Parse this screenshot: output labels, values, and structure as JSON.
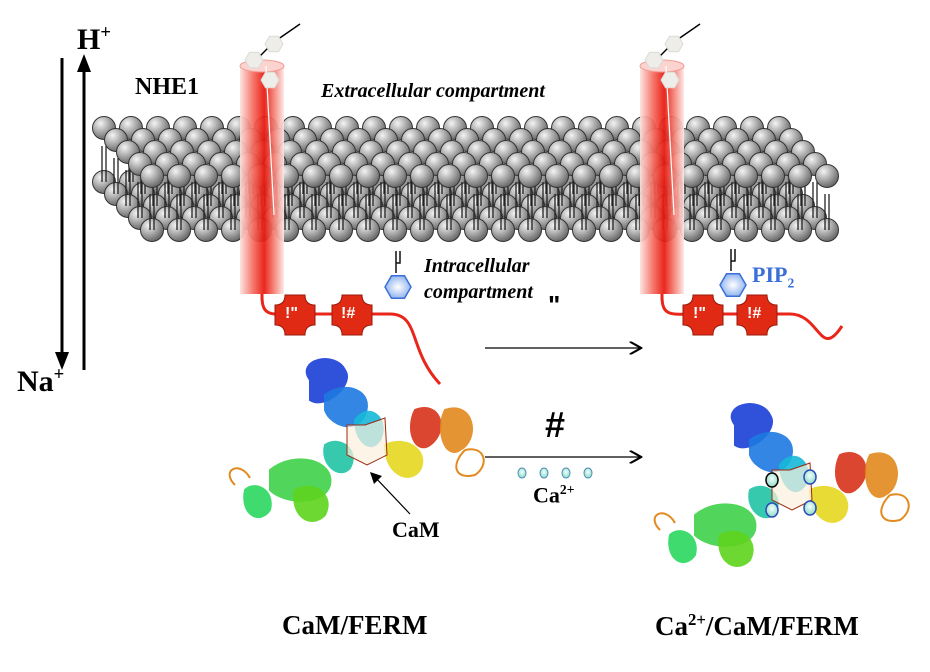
{
  "labels": {
    "h_plus": {
      "base": "H",
      "sup": "+"
    },
    "na_plus": {
      "base": "Na",
      "sup": "+"
    },
    "nhe1": "NHE1",
    "extracellular": "Extracellular compartment",
    "intracellular_line1": "Intracellular",
    "intracellular_line2": "compartment",
    "pip2": {
      "base": "PIP",
      "sub": "2"
    },
    "domain_left_1": "!\"",
    "domain_left_2": "!#",
    "domain_right_1": "!\"",
    "domain_right_2": "!#",
    "stray_glyph": "\"",
    "hash_label": "#",
    "ca_label": {
      "base": "Ca",
      "sup": "2+"
    },
    "cam_label": "CaM",
    "caption_left": "CaM/FERM",
    "caption_right": {
      "base": "Ca",
      "sup": "2+",
      "rest": "/CaM/FERM"
    }
  },
  "colors": {
    "helix_red": "#e8261c",
    "domain_red": "#e02a14",
    "pip2_blue": "#3a6fd8",
    "lipid_gray": "#9a9a9a",
    "calcium_cyan": "#bfeee0"
  },
  "icons": {
    "sugar_chain": "glycan-hexagons",
    "pip2": "hexagon",
    "calcium": "ion-dot",
    "protein": "ribbon-structure"
  }
}
